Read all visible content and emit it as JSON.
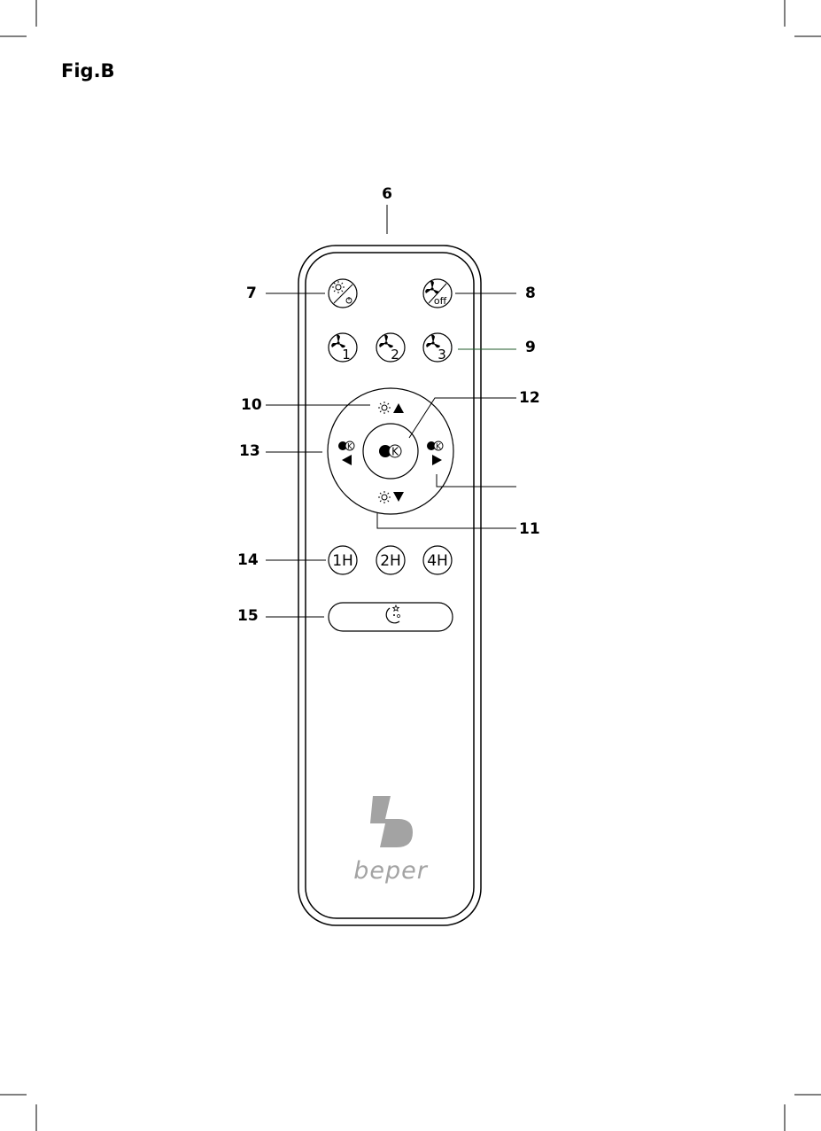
{
  "figure": {
    "title": "Fig.B"
  },
  "callouts": {
    "c6": "6",
    "c7": "7",
    "c8": "8",
    "c9": "9",
    "c10": "10",
    "c11": "11",
    "c12": "12",
    "c13": "13",
    "c14": "14",
    "c15": "15"
  },
  "buttons": {
    "fan_speeds": [
      "1",
      "2",
      "3"
    ],
    "fan_off_label": "off",
    "color_temp_symbol": "K",
    "timers": [
      "1H",
      "2H",
      "4H"
    ]
  },
  "brand": {
    "name": "beper"
  },
  "icons": [
    "light-power-icon",
    "fan-off-icon",
    "fan-icon",
    "sun-icon",
    "arrow-up-icon",
    "arrow-down-icon",
    "arrow-left-icon",
    "arrow-right-icon",
    "color-temperature-icon",
    "sleep-moon-icon",
    "beper-logo"
  ],
  "colors": {
    "line": "#000000",
    "brand_gray": "#a3a3a3",
    "callout_9_line": "#1f5a2a"
  }
}
